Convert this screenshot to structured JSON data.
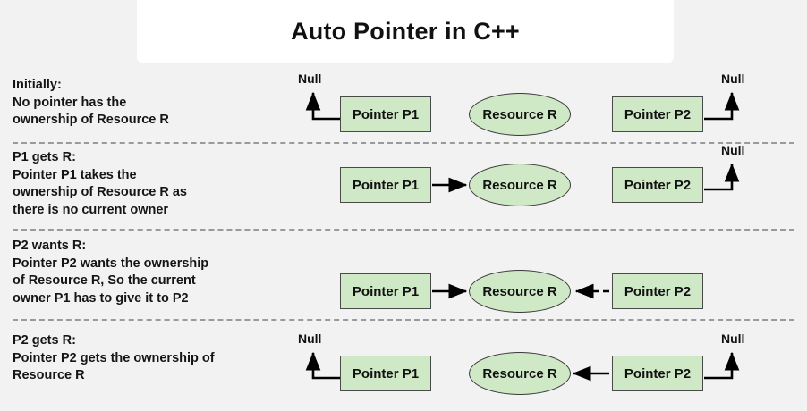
{
  "page": {
    "background_color": "#f2f2f2",
    "title_card_color": "#ffffff",
    "box_fill_color": "#cfe8c6",
    "box_stroke_color": "#4a4a4a",
    "arrow_color": "#000000",
    "divider_color": "#9a9a9a"
  },
  "header": {
    "title": "Auto Pointer in C++"
  },
  "labels": {
    "null": "Null",
    "pointer_p1": "Pointer P1",
    "pointer_p2": "Pointer P2",
    "resource_r": "Resource R"
  },
  "rows": [
    {
      "id": "initially",
      "heading": "Initially:",
      "lines": [
        "Initially:",
        "No pointer has the",
        "ownership of Resource R"
      ],
      "p1_target": "null",
      "p2_target": "null",
      "p1_arrow_style": "solid",
      "p2_arrow_style": "solid",
      "null_left_visible": true,
      "null_right_visible": true
    },
    {
      "id": "p1-gets-r",
      "heading": "P1 gets R:",
      "lines": [
        "P1 gets R:",
        "Pointer P1 takes the",
        "ownership of Resource R as",
        "there is no current owner"
      ],
      "p1_target": "resource",
      "p2_target": "null",
      "p1_arrow_style": "solid",
      "p2_arrow_style": "solid",
      "null_left_visible": false,
      "null_right_visible": true
    },
    {
      "id": "p2-wants-r",
      "heading": "P2 wants R:",
      "lines": [
        "P2 wants R:",
        "Pointer P2 wants the ownership",
        "of Resource R, So the current",
        "owner P1 has to give it to P2"
      ],
      "p1_target": "resource",
      "p2_target": "resource",
      "p1_arrow_style": "solid",
      "p2_arrow_style": "dashed",
      "null_left_visible": false,
      "null_right_visible": false
    },
    {
      "id": "p2-gets-r",
      "heading": "P2 gets R:",
      "lines": [
        "P2 gets R:",
        "Pointer P2 gets the ownership of",
        "Resource R"
      ],
      "p1_target": "null",
      "p2_target": "resource",
      "p1_arrow_style": "solid",
      "p2_arrow_style": "solid",
      "null_left_visible": true,
      "null_right_visible": true
    }
  ]
}
